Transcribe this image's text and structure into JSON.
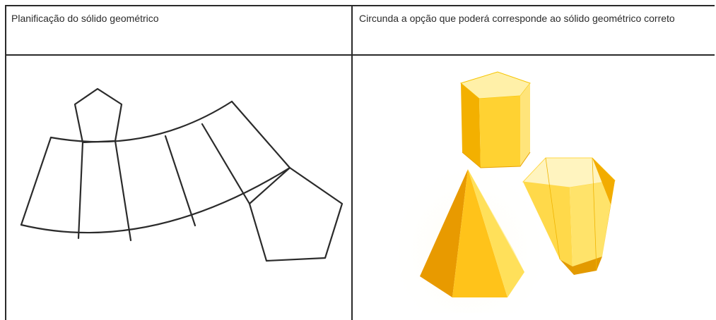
{
  "table": {
    "left_header": "Planificação do sólido geométrico",
    "right_header": "Circunda a opção que poderá corresponde ao sólido geométrico correto"
  },
  "colors": {
    "grid": "#2a2a2a",
    "net_stroke": "#2b2b2b",
    "solid_light": "#ffe37a",
    "solid_mid": "#ffc928",
    "solid_dark": "#f2a800"
  },
  "icons": {
    "net": "pentagonal-frustum-net",
    "option_1": "pentagonal-prism",
    "option_2": "pentagonal-pyramid",
    "option_3": "pentagonal-frustum"
  }
}
